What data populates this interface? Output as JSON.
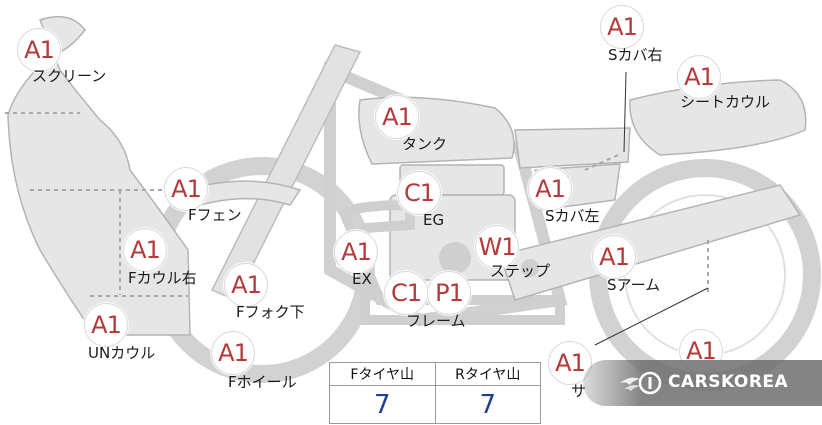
{
  "parts": [
    {
      "id": "screen",
      "grade": "A1",
      "label": "スクリーン"
    },
    {
      "id": "side-cover-right",
      "grade": "A1",
      "label": "Sカバ右"
    },
    {
      "id": "seat-cowl",
      "grade": "A1",
      "label": "シートカウル"
    },
    {
      "id": "tank",
      "grade": "A1",
      "label": "タンク"
    },
    {
      "id": "front-fender",
      "grade": "A1",
      "label": "Fフェン"
    },
    {
      "id": "engine",
      "grade": "C1",
      "label": "EG"
    },
    {
      "id": "side-cover-left",
      "grade": "A1",
      "label": "Sカバ左"
    },
    {
      "id": "front-cowl-right",
      "grade": "A1",
      "label": "Fカウル右"
    },
    {
      "id": "exhaust",
      "grade": "A1",
      "label": "EX"
    },
    {
      "id": "step",
      "grade": "W1",
      "label": "ステップ"
    },
    {
      "id": "swing-arm",
      "grade": "A1",
      "label": "Sアーム"
    },
    {
      "id": "front-fork-lower",
      "grade": "A1",
      "label": "Fフォク下"
    },
    {
      "id": "frame",
      "grade_1": "C1",
      "grade_2": "P1",
      "label": "フレーム"
    },
    {
      "id": "under-cowl",
      "grade": "A1",
      "label": "UNカウル"
    },
    {
      "id": "front-wheel",
      "grade": "A1",
      "label": "Fホイール"
    },
    {
      "id": "rear-part-a",
      "grade": "A1",
      "label": "サ"
    },
    {
      "id": "rear-part-b",
      "grade": "A1",
      "label": ""
    }
  ],
  "tire_tread": {
    "front_label": "Fタイヤ山",
    "rear_label": "Rタイヤ山",
    "front_value": "7",
    "rear_value": "7"
  },
  "watermark": {
    "text": "CARSKOREA",
    "icon": "flame-circle-logo-icon"
  },
  "colors": {
    "grade_text": "#b53a3a",
    "tread_value": "#1f3f8f",
    "bike_fill": "#e6e6e6",
    "bike_stroke": "#b4b4b4"
  }
}
